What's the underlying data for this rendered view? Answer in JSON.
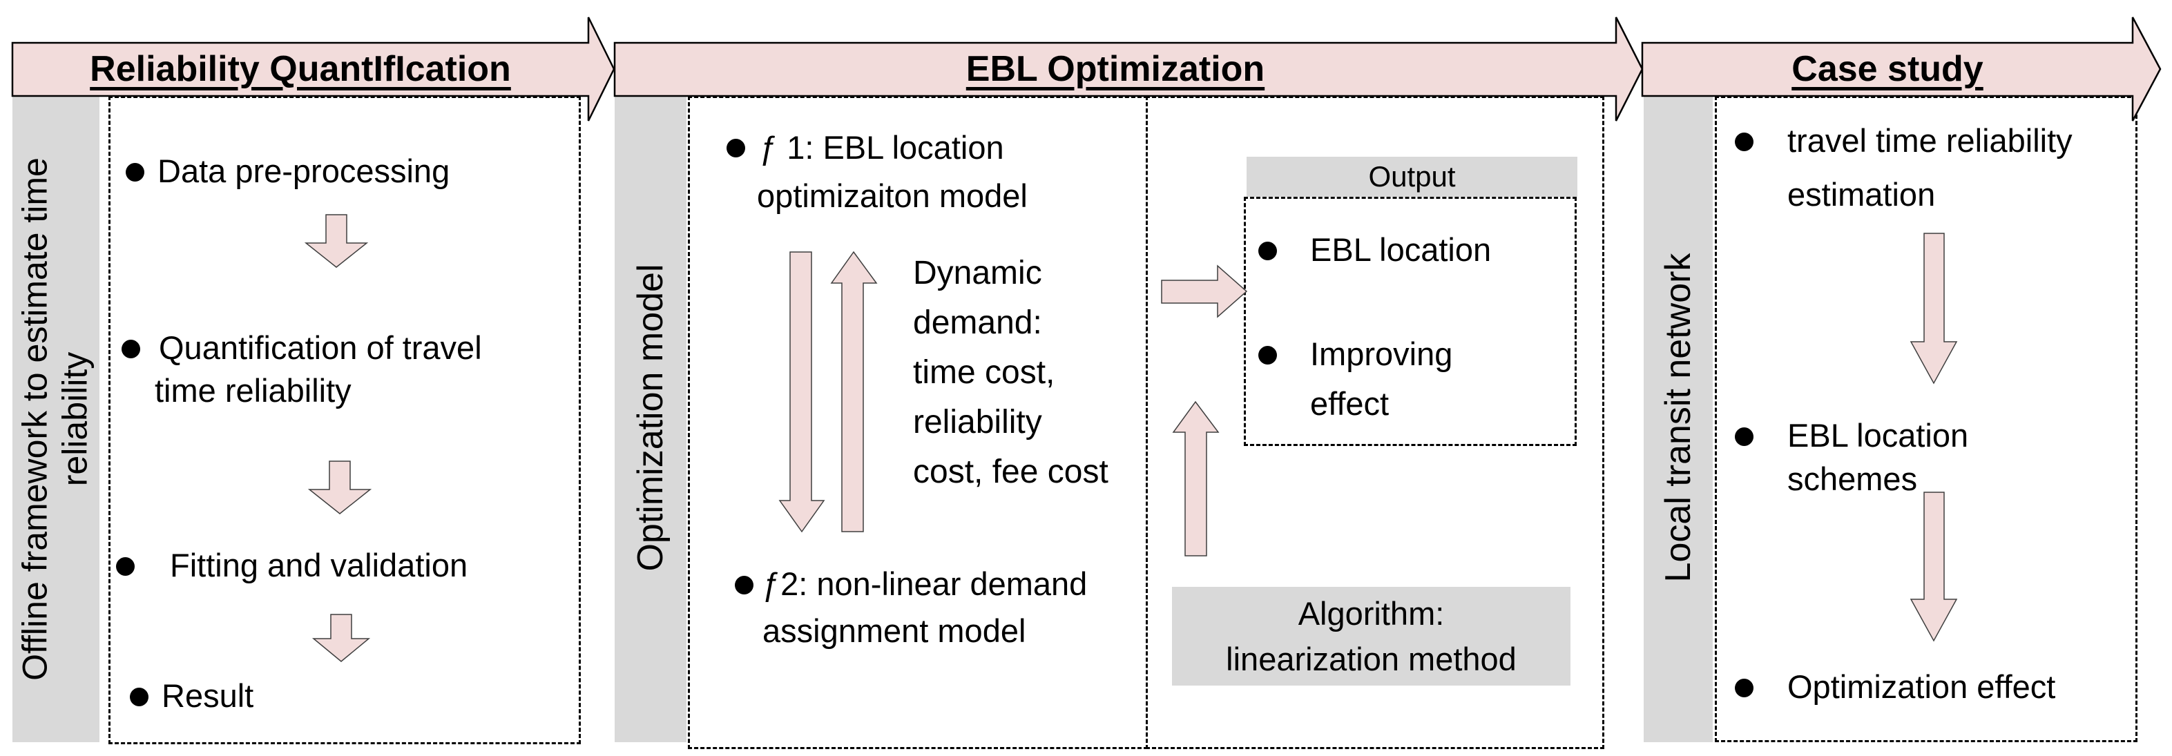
{
  "palette": {
    "pink": "#f2dcdb",
    "gray": "#d9d9d9"
  },
  "headers": {
    "reliability": "Reliability QuantIfIcation",
    "ebl": "EBL Optimization",
    "case": "Case study"
  },
  "sidebars": {
    "left_line1": "Offline framework to estimate time",
    "left_line2": "reliability",
    "middle": "Optimization model",
    "right": "Local transit network"
  },
  "left_box": {
    "item1": "Data pre-processing",
    "item2a": "Quantification of travel",
    "item2b": "time reliability",
    "item3": "Fitting and validation",
    "item4": "Result"
  },
  "model_box": {
    "f1a": "ƒ 1: EBL location",
    "f1b": "optimizaiton model",
    "dyn1": "Dynamic",
    "dyn2": "demand:",
    "dyn3": "time cost,",
    "dyn4": "reliability",
    "dyn5": "cost, fee cost",
    "f2a": "ƒ2: non-linear demand",
    "f2b": "assignment model"
  },
  "output_box": {
    "title": "Output",
    "item1": "EBL location",
    "item2a": "Improving",
    "item2b": "effect"
  },
  "algorithm_box": {
    "line1": "Algorithm:",
    "line2": "linearization method"
  },
  "case_box": {
    "item1a": "travel time reliability",
    "item1b": "estimation",
    "item2a": "EBL location",
    "item2b": "schemes",
    "item3": "Optimization effect"
  }
}
